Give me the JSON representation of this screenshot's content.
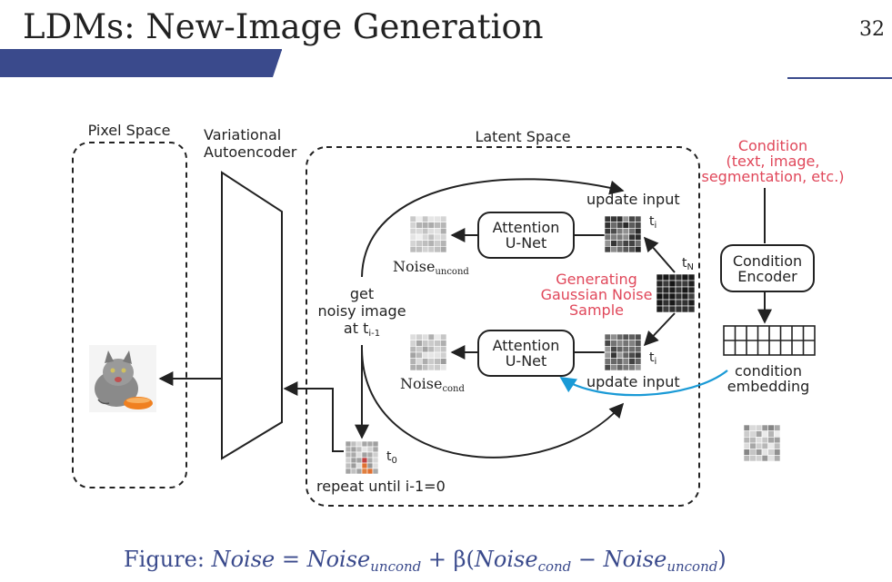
{
  "slide": {
    "title": "LDMs: New-Image Generation",
    "page_number": "32"
  },
  "diagram": {
    "pixel_space_label": "Pixel Space",
    "vae_label_line1": "Variational",
    "vae_label_line2": "Autoencoder",
    "latent_space_label": "Latent Space",
    "condition_line1": "Condition",
    "condition_line2": "(text, image,",
    "condition_line3": "segmentation, etc.)",
    "condition_encoder_line1": "Condition",
    "condition_encoder_line2": "Encoder",
    "condition_embedding_line1": "condition",
    "condition_embedding_line2": "embedding",
    "attention_unet_top_line1": "Attention",
    "attention_unet_top_line2": "U-Net",
    "attention_unet_bottom_line1": "Attention",
    "attention_unet_bottom_line2": "U-Net",
    "update_input_top": "update input",
    "update_input_bottom": "update input",
    "t_i_top": "t",
    "t_i_top_sub": "i",
    "t_i_bottom": "t",
    "t_i_bottom_sub": "i",
    "t_n": "t",
    "t_n_sub": "N",
    "t_0": "t",
    "t_0_sub": "0",
    "noise_uncond_main": "Noise",
    "noise_uncond_sub": "uncond",
    "noise_cond_main": "Noise",
    "noise_cond_sub": "cond",
    "gen_noise_line1": "Generating",
    "gen_noise_line2": "Gaussian Noise",
    "gen_noise_line3": "Sample",
    "get_noisy_line1": "get",
    "get_noisy_line2": "noisy image",
    "get_noisy_line3_prefix": "at t",
    "get_noisy_line3_sub": "i-1",
    "repeat_label": "repeat until i-1=0"
  },
  "caption": {
    "prefix": "Figure:",
    "noise": "Noise",
    "equals": "=",
    "noise1": "Noise",
    "uncond1": "uncond",
    "plus_beta": "+ β(",
    "noise2": "Noise",
    "cond": "cond",
    "minus": "−",
    "noise3": "Noise",
    "uncond2": "uncond",
    "close": ")"
  },
  "colors": {
    "title_bar": "#3a4a8c",
    "accent_red": "#e0475a",
    "accent_blue": "#1a9ad6",
    "caption": "#3a4a8c"
  },
  "icons": [
    "cat-image",
    "noise-grid"
  ]
}
